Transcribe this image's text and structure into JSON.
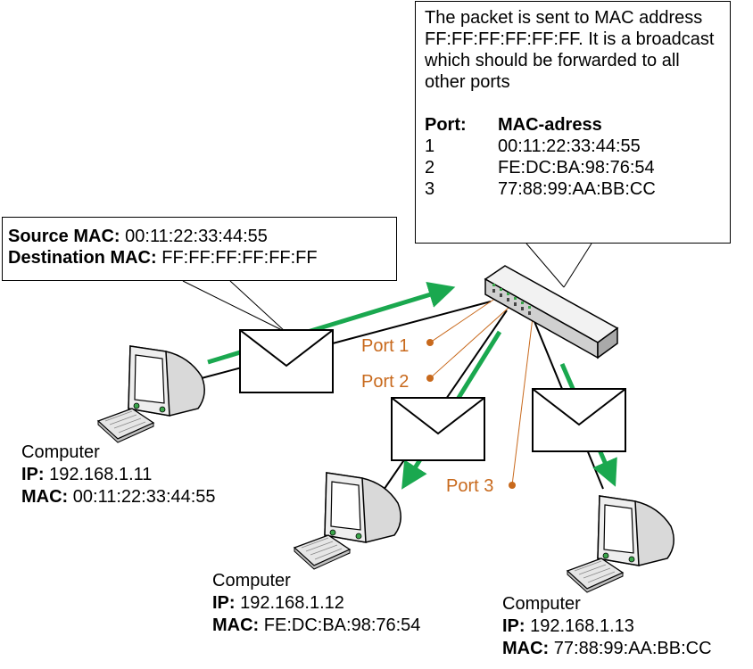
{
  "switch_callout": {
    "message": "The packet is sent to MAC address FF:FF:FF:FF:FF:FF. It is a broadcast which should be forwarded to all other ports",
    "table_header_port": "Port:",
    "table_header_mac": "MAC-adress",
    "rows": [
      {
        "port": "1",
        "mac": "00:11:22:33:44:55"
      },
      {
        "port": "2",
        "mac": "FE:DC:BA:98:76:54"
      },
      {
        "port": "3",
        "mac": "77:88:99:AA:BB:CC"
      }
    ]
  },
  "packet_callout": {
    "source_label": "Source MAC:",
    "source_value": "00:11:22:33:44:55",
    "dest_label": "Destination MAC:",
    "dest_value": "FF:FF:FF:FF:FF:FF"
  },
  "ports": [
    "Port 1",
    "Port 2",
    "Port 3"
  ],
  "computers": [
    {
      "title": "Computer",
      "ip_label": "IP:",
      "ip": "192.168.1.11",
      "mac_label": "MAC:",
      "mac": "00:11:22:33:44:55"
    },
    {
      "title": "Computer",
      "ip_label": "IP:",
      "ip": "192.168.1.12",
      "mac_label": "MAC:",
      "mac": "FE:DC:BA:98:76:54"
    },
    {
      "title": "Computer",
      "ip_label": "IP:",
      "ip": "192.168.1.13",
      "mac_label": "MAC:",
      "mac": "77:88:99:AA:BB:CC"
    }
  ],
  "colors": {
    "arrow": "#1aa84f",
    "port": "#c8691c",
    "line": "#000000"
  }
}
